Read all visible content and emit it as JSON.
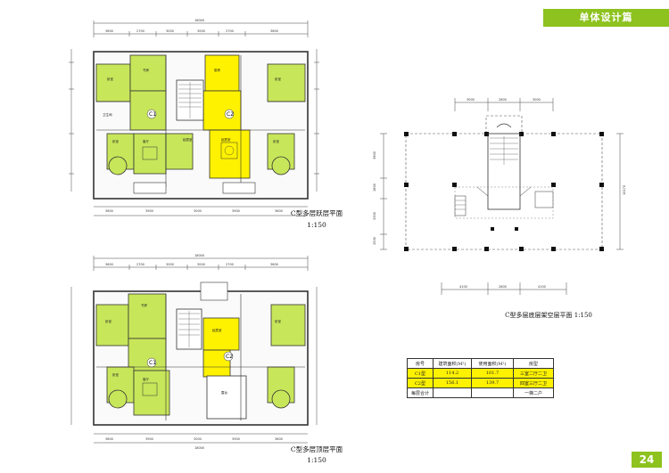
{
  "header": {
    "banner": "单体设计篇"
  },
  "page_number": "24",
  "colors": {
    "accent": "#8dc21f",
    "room_green": "#c8e65a",
    "room_yellow": "#fff200",
    "wall": "#333333"
  },
  "plans": {
    "top_left": {
      "caption_line1": "C型多层跃层平面",
      "caption_line2": "1:150",
      "overall_dim": "18000",
      "top_dims": [
        "3600",
        "2700",
        "3000",
        "3000",
        "2700",
        "3600"
      ],
      "bottom_dims": [
        "3600",
        "3900",
        "3000",
        "3900",
        "3600"
      ],
      "unit_labels": [
        "C1",
        "C2"
      ],
      "room_labels": [
        "卧室",
        "卧室",
        "书房",
        "客厅",
        "起居室",
        "卧室",
        "卧室",
        "起居室",
        "卫生间",
        "厨房"
      ]
    },
    "right": {
      "caption": "C型多层底层架空层平面 1:150",
      "top_dims": [
        "3000",
        "2800",
        "3000"
      ],
      "bottom_dims": [
        "4100",
        "2800",
        "4100"
      ],
      "left_dims": [
        "3900",
        "1800",
        "3300",
        "1500"
      ],
      "right_dim": "10170"
    },
    "bottom_left": {
      "caption_line1": "C型多层顶层平面",
      "caption_line2": "1:150",
      "overall_dim": "18000",
      "top_dims": [
        "3600",
        "2700",
        "3000",
        "3000",
        "2700",
        "3600"
      ],
      "bottom_dims": [
        "3600",
        "3900",
        "3000",
        "3900",
        "3600"
      ],
      "unit_labels": [
        "C1",
        "C2"
      ],
      "room_labels": [
        "卧室",
        "书房",
        "客厅",
        "起居室",
        "卧室",
        "卧室",
        "露台"
      ]
    }
  },
  "area_table": {
    "headers": [
      "房号",
      "建筑面积(M²)",
      "使用面积(M²)",
      "房型"
    ],
    "rows": [
      [
        "C1型",
        "114.2",
        "101.7",
        "三室二厅二卫"
      ],
      [
        "C2型",
        "156.1",
        "139.7",
        "四室三厅二卫"
      ]
    ],
    "total_label": "每层合计",
    "total_note": "一梯二户"
  }
}
